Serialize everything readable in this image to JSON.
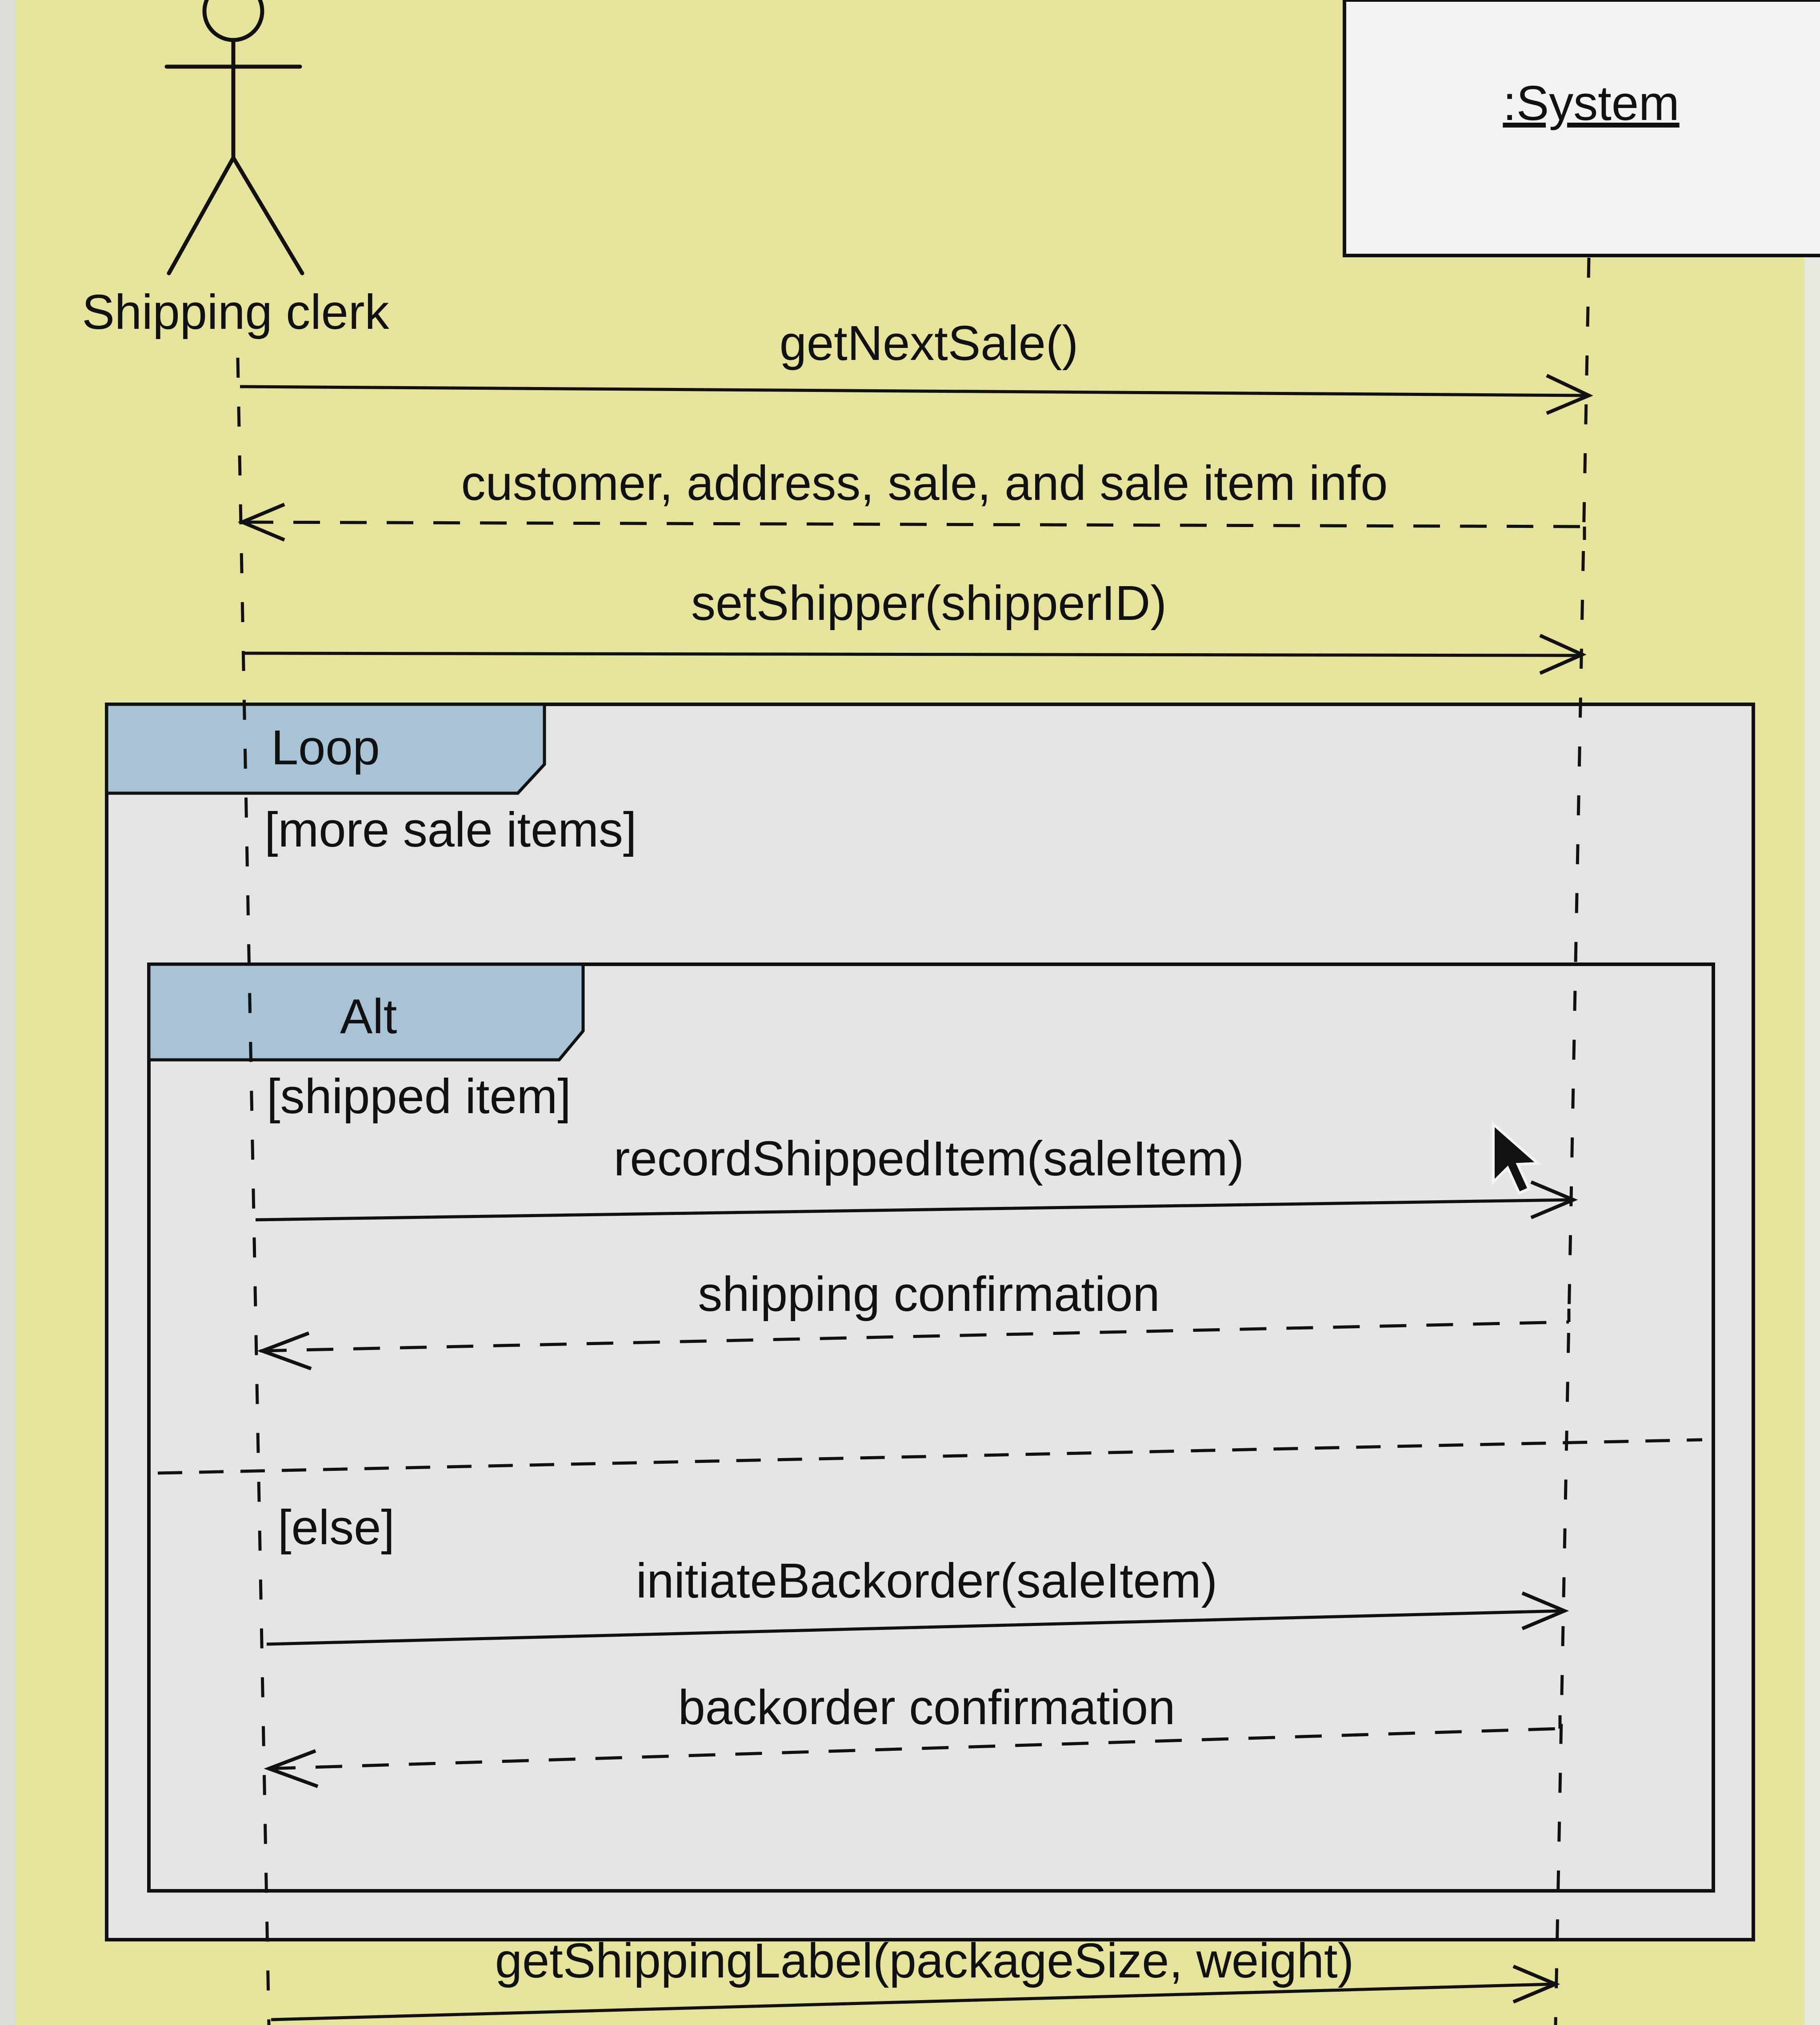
{
  "diagram": {
    "type": "uml-sequence",
    "actor": {
      "name": "Shipping clerk",
      "icon": "stick-figure-icon"
    },
    "object": {
      "name": ":System"
    },
    "messages": [
      {
        "label": "getNextSale()",
        "direction": "to-system",
        "kind": "call"
      },
      {
        "label": "customer, address, sale, and sale item info",
        "direction": "to-actor",
        "kind": "return"
      },
      {
        "label": "setShipper(shipperID)",
        "direction": "to-system",
        "kind": "call"
      }
    ],
    "loop": {
      "operator": "Loop",
      "guard": "[more sale items]",
      "alt": {
        "operator": "Alt",
        "first": {
          "guard": "[shipped item]",
          "messages": [
            {
              "label": "recordShippedItem(saleItem)",
              "direction": "to-system",
              "kind": "call"
            },
            {
              "label": "shipping confirmation",
              "direction": "to-actor",
              "kind": "return"
            }
          ]
        },
        "second": {
          "guard": "[else]",
          "messages": [
            {
              "label": "initiateBackorder(saleItem)",
              "direction": "to-system",
              "kind": "call"
            },
            {
              "label": "backorder confirmation",
              "direction": "to-actor",
              "kind": "return"
            }
          ]
        }
      }
    },
    "after": [
      {
        "label": "getShippingLabel(packageSize, weight)",
        "direction": "to-system",
        "kind": "call"
      }
    ],
    "colors": {
      "background": "#e6e39c",
      "frame_fill": "#e2e5e4",
      "frame_tab": "#a8c2d6",
      "object_box": "#f3f4f1",
      "ink": "#111111"
    }
  }
}
